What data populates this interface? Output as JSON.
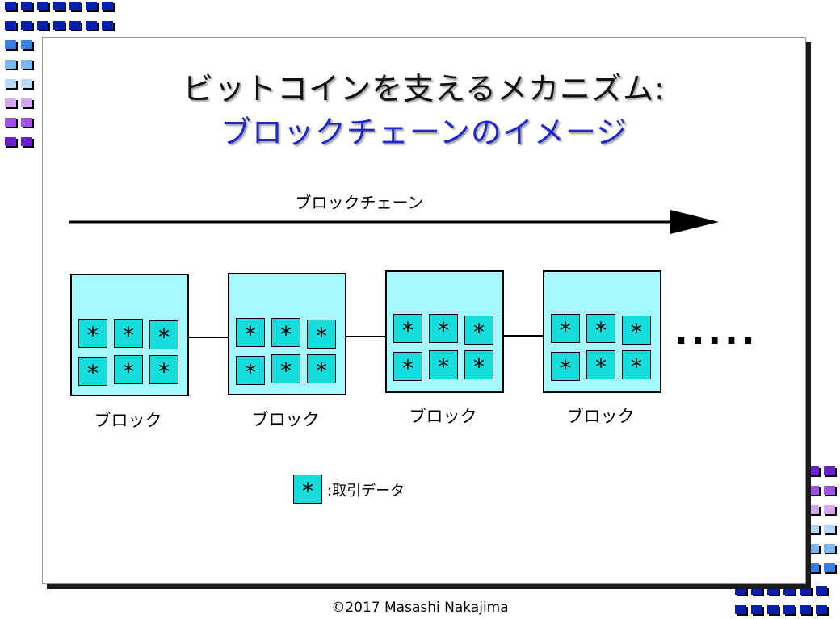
{
  "title": {
    "line1": "ビットコインを支えるメカニズム:",
    "line2": "ブロックチェーンのイメージ"
  },
  "chain_label": "ブロックチェーン",
  "block_symbol": "*",
  "blocks": [
    {
      "label": "ブロック"
    },
    {
      "label": "ブロック"
    },
    {
      "label": "ブロック"
    },
    {
      "label": "ブロック"
    }
  ],
  "ellipsis": ".....",
  "legend": {
    "symbol": "*",
    "text": ":取引データ"
  },
  "copyright": "©2017 Masashi Nakajima",
  "colors": {
    "title1": "#111111",
    "title2": "#1f29c8",
    "block_fill": "#a6faff",
    "cell_fill": "#16dcdc"
  }
}
